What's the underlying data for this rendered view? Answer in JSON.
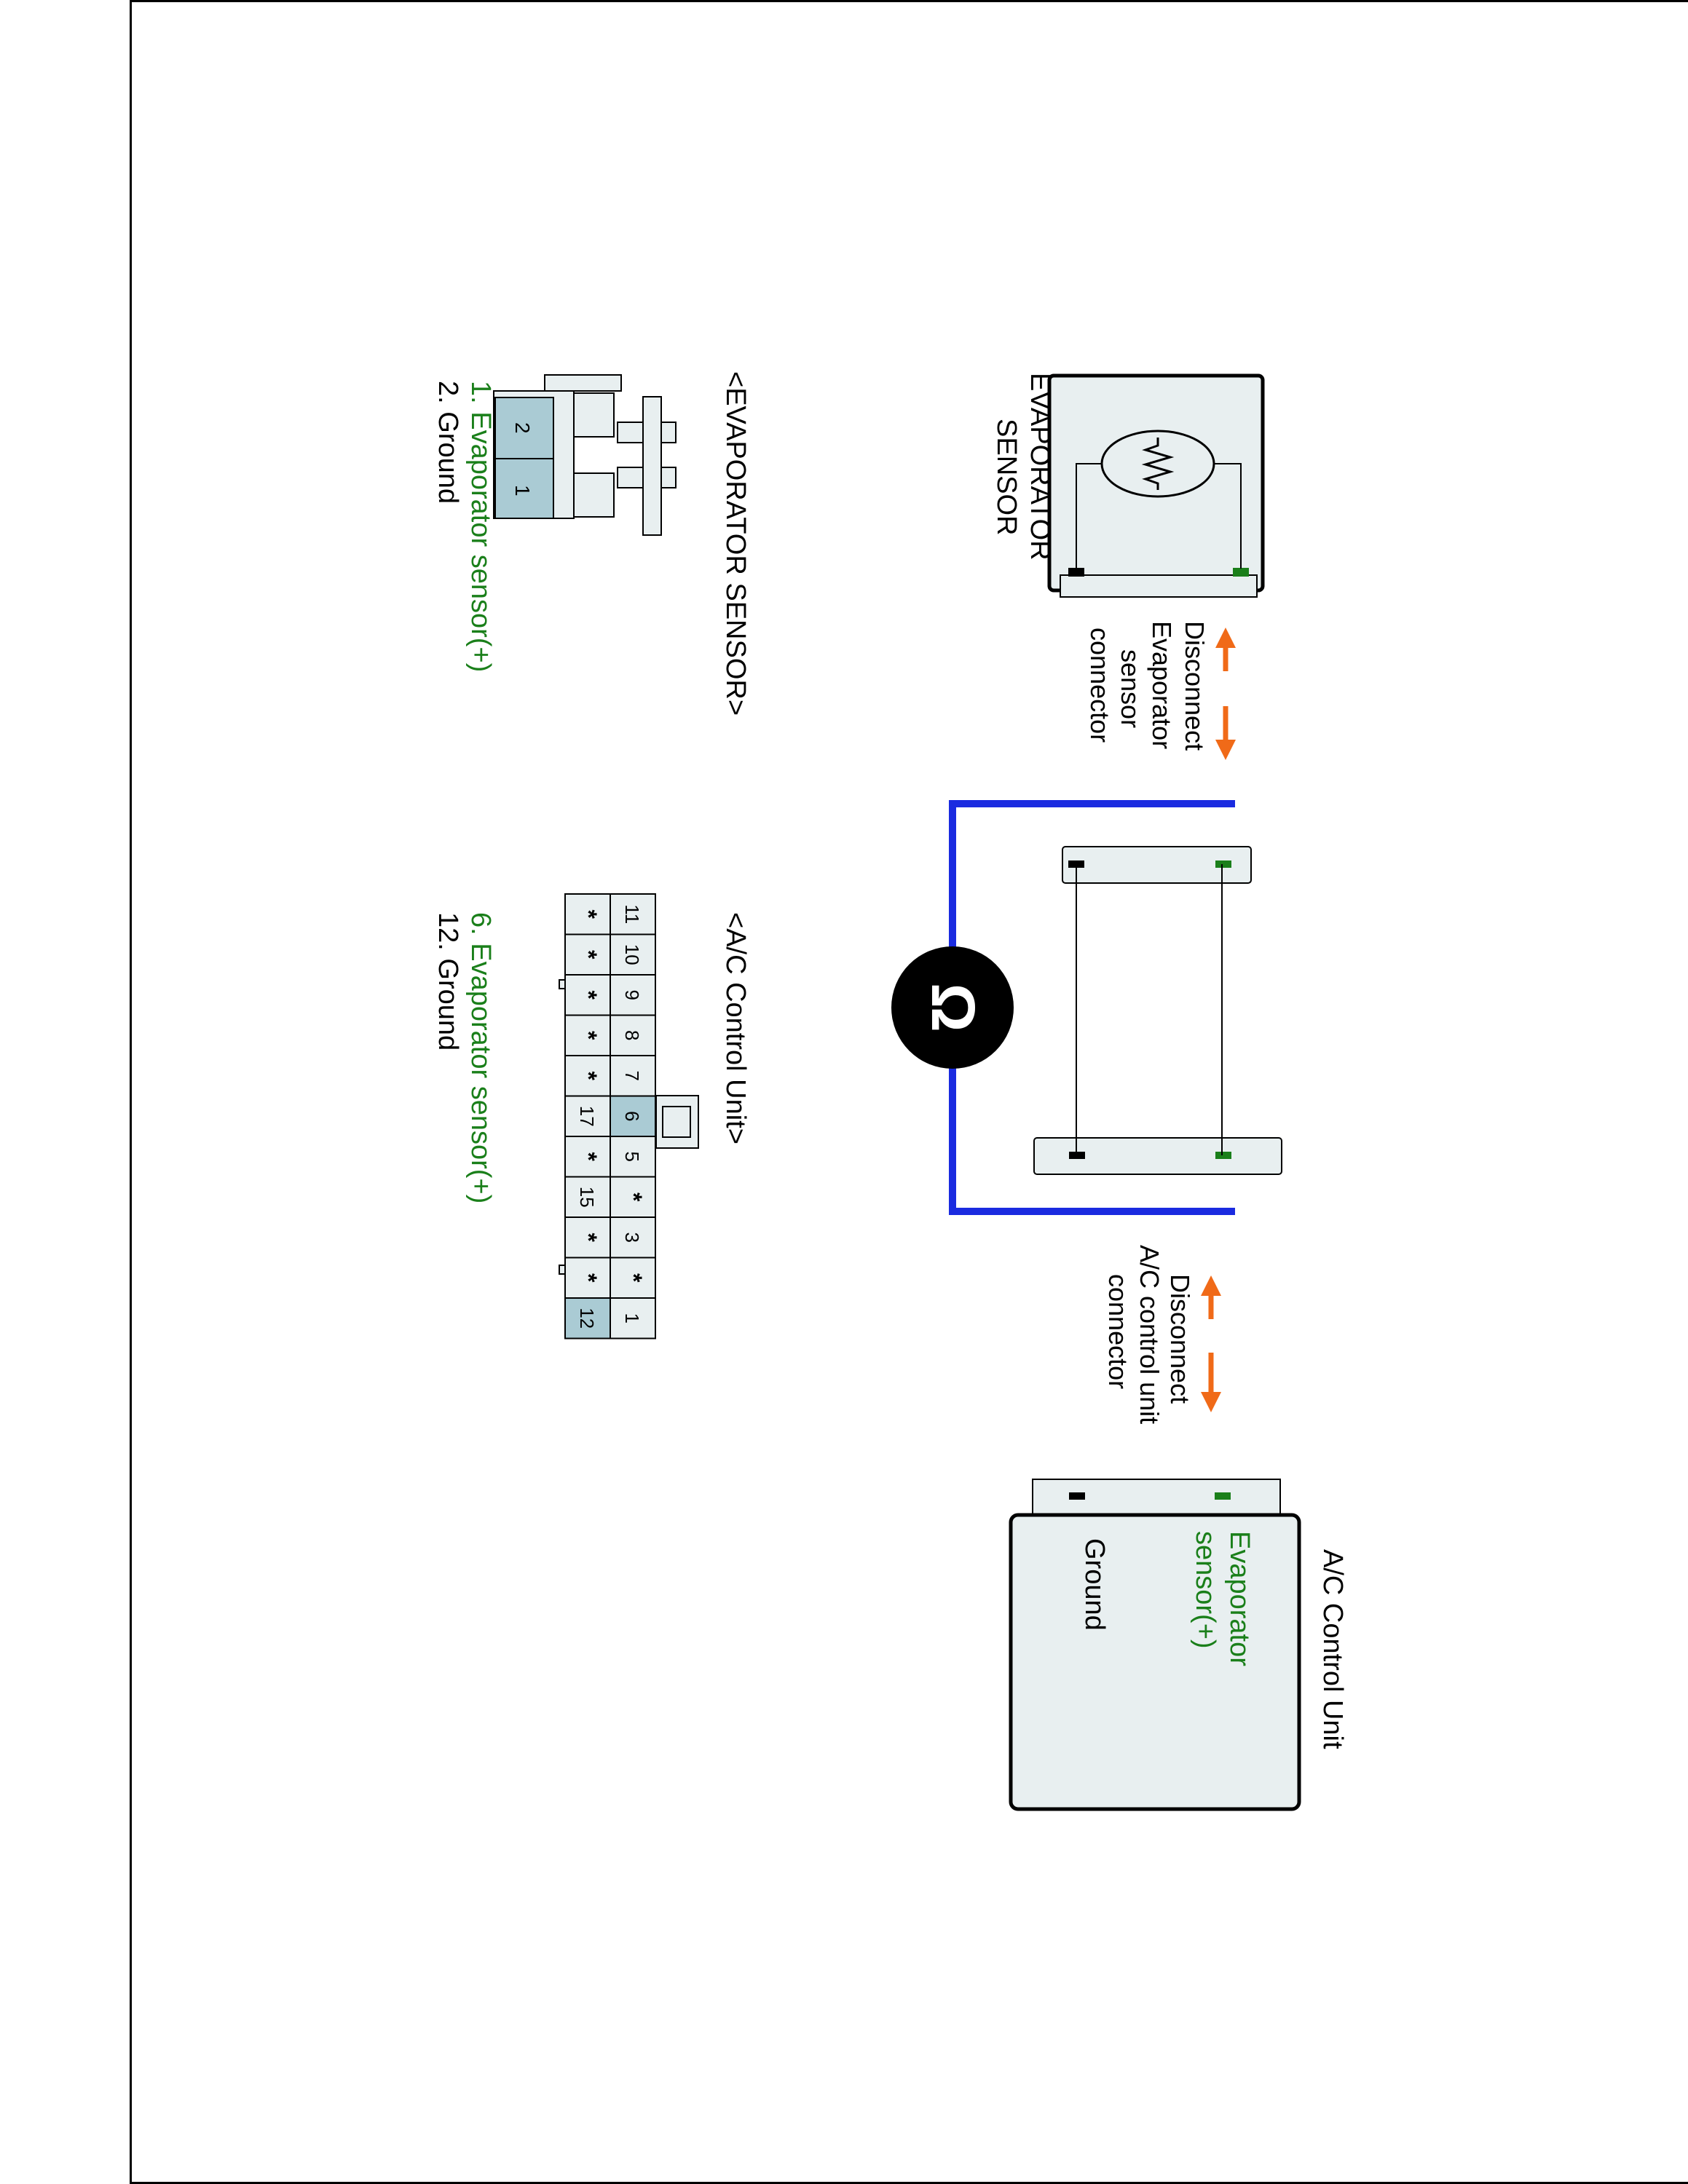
{
  "colors": {
    "green": "#1a7f1a",
    "black": "#000000",
    "wire": "#1a2be0",
    "arrow": "#f06a18",
    "connector_fill": "#e8eff0",
    "pin_highlight": "#aacbd4"
  },
  "evap_box": {
    "title_line1": "EVAPORATOR",
    "title_line2": "SENSOR",
    "symbol": "resistor-symbol"
  },
  "disconnect_evap": {
    "line1": "Disconnect",
    "line2": "Evaporator",
    "line3": "sensor",
    "line4": "connector"
  },
  "disconnect_ac": {
    "line1": "Disconnect",
    "line2": "A/C control unit",
    "line3": "connector"
  },
  "meter": {
    "symbol": "Ω"
  },
  "ac_unit_box": {
    "title": "A/C Control Unit",
    "sensor_label_line1": "Evaporator",
    "sensor_label_line2": "sensor(+)",
    "ground_label": "Ground"
  },
  "evap_connector_view": {
    "title": "<EVAPORATOR SENSOR>",
    "pins": [
      "2",
      "1"
    ],
    "legend": [
      {
        "text": "1. Evaporator sensor(+)",
        "color": "green"
      },
      {
        "text": "2. Ground",
        "color": "black"
      }
    ]
  },
  "ac_connector_view": {
    "title": "<A/C Control Unit>",
    "top_row": [
      "11",
      "10",
      "9",
      "8",
      "7",
      "6",
      "5",
      "*",
      "3",
      "*",
      "1"
    ],
    "bottom_row": [
      "*",
      "*",
      "*",
      "*",
      "*",
      "17",
      "*",
      "15",
      "*",
      "*",
      "12"
    ],
    "highlighted": [
      "6",
      "12"
    ],
    "legend": [
      {
        "text": "6. Evaporator sensor(+)",
        "color": "green"
      },
      {
        "text": "12. Ground",
        "color": "black"
      }
    ]
  }
}
